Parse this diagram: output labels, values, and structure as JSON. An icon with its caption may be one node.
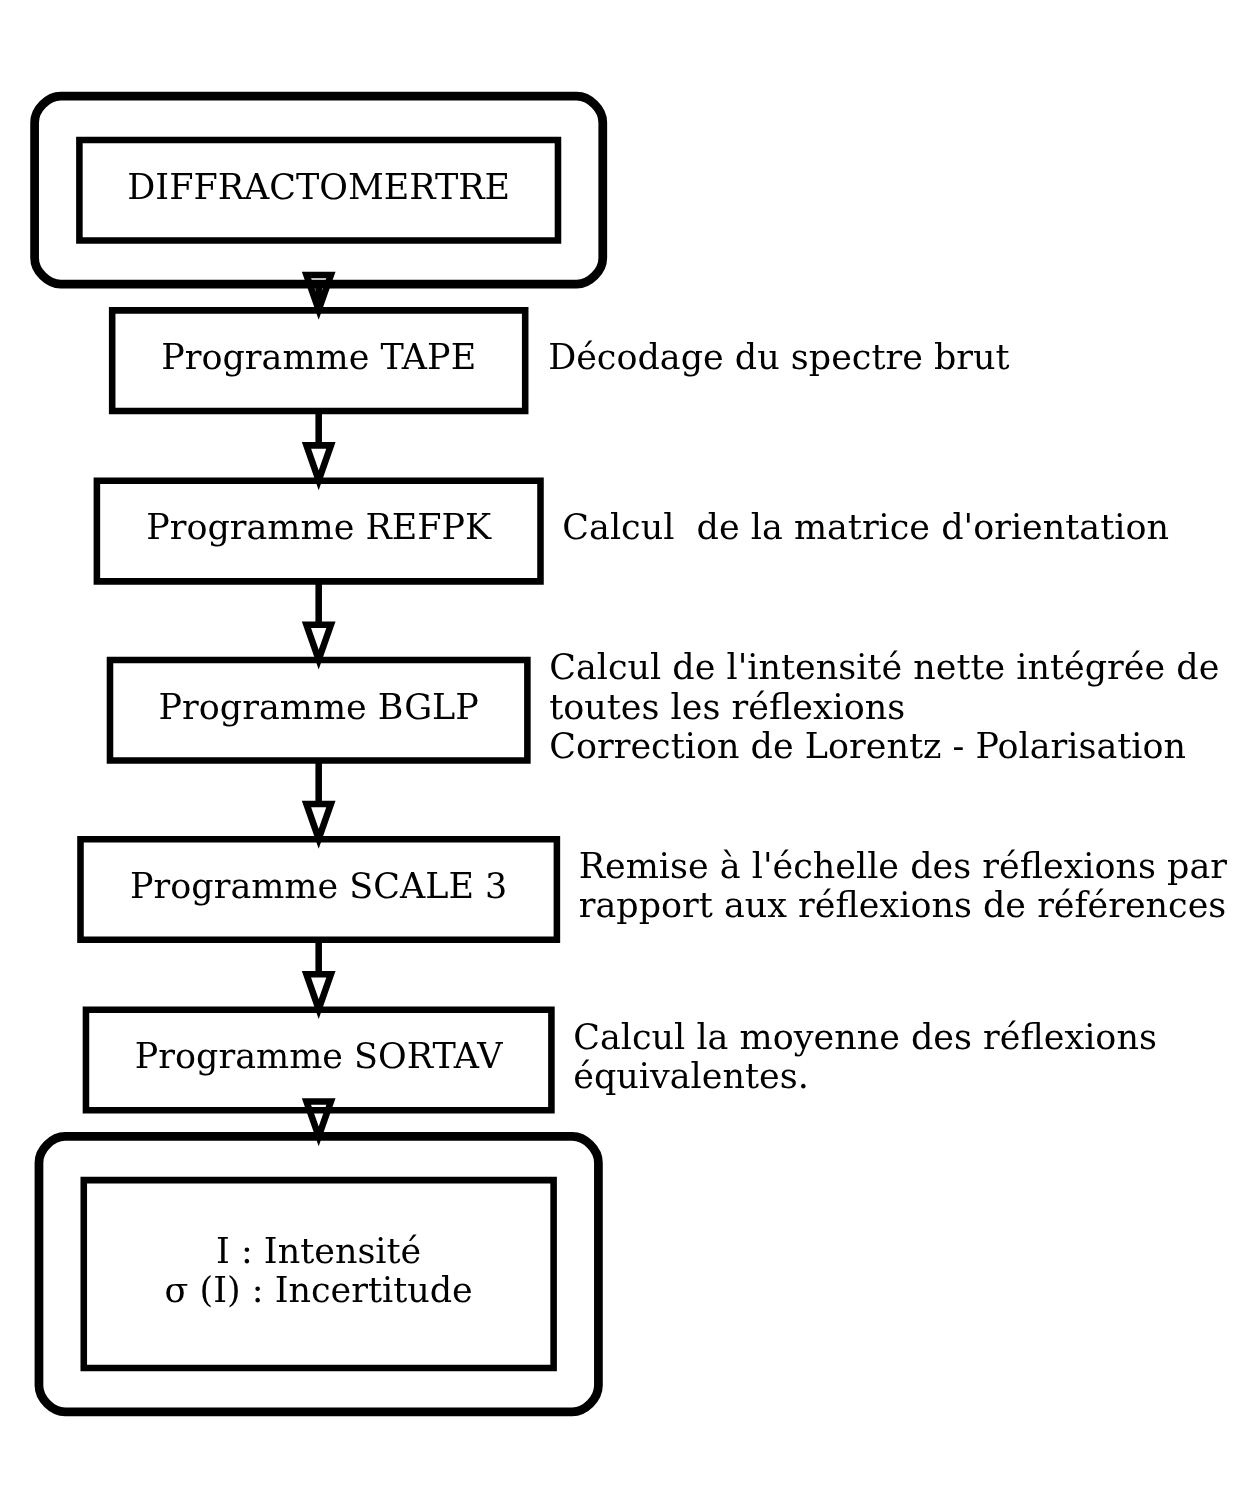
{
  "diagram": {
    "nodes": [
      {
        "text": [],
        "shape": "box"
      },
      {
        "text": [
          "DIFFRACTOMERTRE"
        ],
        "in": 0
      },
      {
        "text": [
          "Programme TAPE"
        ],
        "beside": [
          "Décodage du spectre brut"
        ]
      },
      {
        "text": [
          "Programme REFPK"
        ],
        "beside": [
          "Calcul  de la matrice d'orientation"
        ]
      },
      {
        "text": [
          "Programme BGLP"
        ],
        "beside": [
          "Calcul de l'intensité nette intégrée de toutes les réflexions",
          "Correction de Lorentz - Polarisation"
        ]
      },
      {
        "text": [
          "Programme SCALE 3"
        ],
        "beside": [
          "Remise à l'échelle des réflexions par rapport aux réflexions de références"
        ]
      },
      {
        "text": [
          "Programme SORTAV"
        ],
        "beside": [
          "Calcul la moyenne des réflexions équivalentes."
        ]
      },
      {
        "text": [],
        "shape": "box"
      },
      {
        "text": [
          "I : Intensité",
          "σ (I) : Incertitude"
        ],
        "in": 7
      }
    ],
    "edges": [
      {
        "from": 0,
        "to": 2,
        "arrow": "to"
      },
      {
        "from": 2,
        "to": 3,
        "arrow": "to"
      },
      {
        "from": 3,
        "to": 4,
        "arrow": "to"
      },
      {
        "from": 4,
        "to": 5,
        "arrow": "to"
      },
      {
        "from": 5,
        "to": 6,
        "arrow": "to"
      },
      {
        "from": 6,
        "to": 7,
        "arrow": "to"
      }
    ]
  }
}
